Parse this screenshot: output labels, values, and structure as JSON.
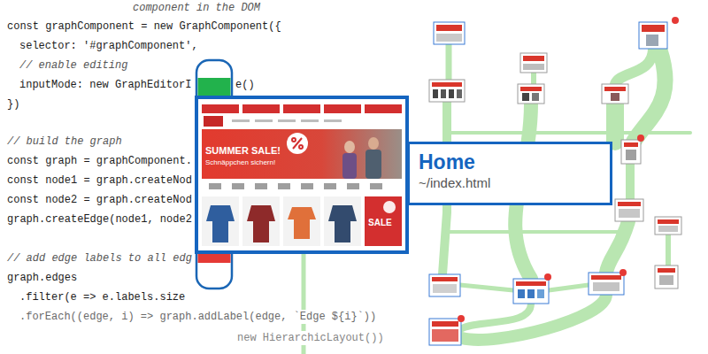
{
  "diagram": {
    "nodes": [
      {
        "text": [
          "Home",
          "~/index.html"
        ]
      }
    ],
    "labels": [
      "component in the DOM",
      "const graphComponent = new GraphComponent({",
      "selector: '#graphComponent',",
      "// enable editing",
      "inputMode: new GraphEditorI",
      "e()",
      "})",
      "// build the graph",
      "const graph = graphComponent.",
      "const node1 = graph.createNod",
      "const node2 = graph.createNod",
      "graph.createEdge(node1, node2",
      "// add edge labels to all edg",
      "graph.edges",
      ".filter(e => e.labels.size",
      ".forEach((edge, i) => graph.addLabel(edge, `Edge ${i}`))",
      "new HierarchicLayout())",
      "SUMMER SALE!",
      "Schnäppchen sichern!",
      "SALE"
    ]
  }
}
